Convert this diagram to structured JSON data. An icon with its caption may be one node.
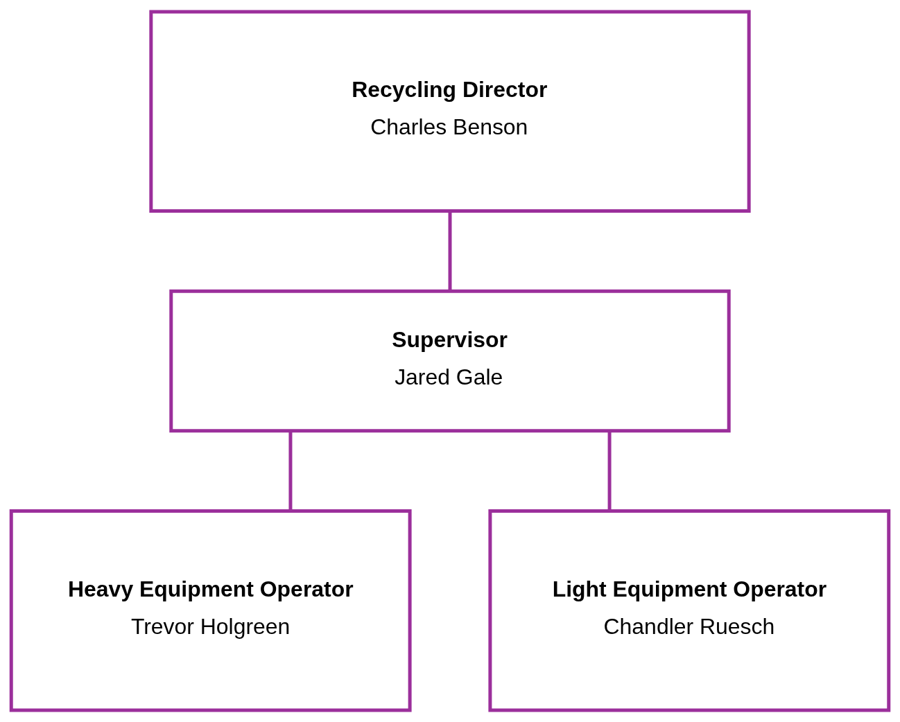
{
  "diagram": {
    "nodes": [
      {
        "text": [
          "Recycling Director",
          "Charles Benson"
        ]
      },
      {
        "text": [
          "Supervisor",
          "Jared Gale"
        ]
      },
      {
        "text": [
          "Heavy Equipment Operator",
          "Trevor Holgreen"
        ]
      },
      {
        "text": [
          "Light Equipment Operator",
          "Chandler Ruesch"
        ]
      }
    ],
    "edges": [
      {
        "from": 0,
        "to": 1,
        "arrow": "none"
      },
      {
        "from": 1,
        "to": 2,
        "arrow": "none"
      },
      {
        "from": 1,
        "to": 3,
        "arrow": "none"
      }
    ]
  }
}
